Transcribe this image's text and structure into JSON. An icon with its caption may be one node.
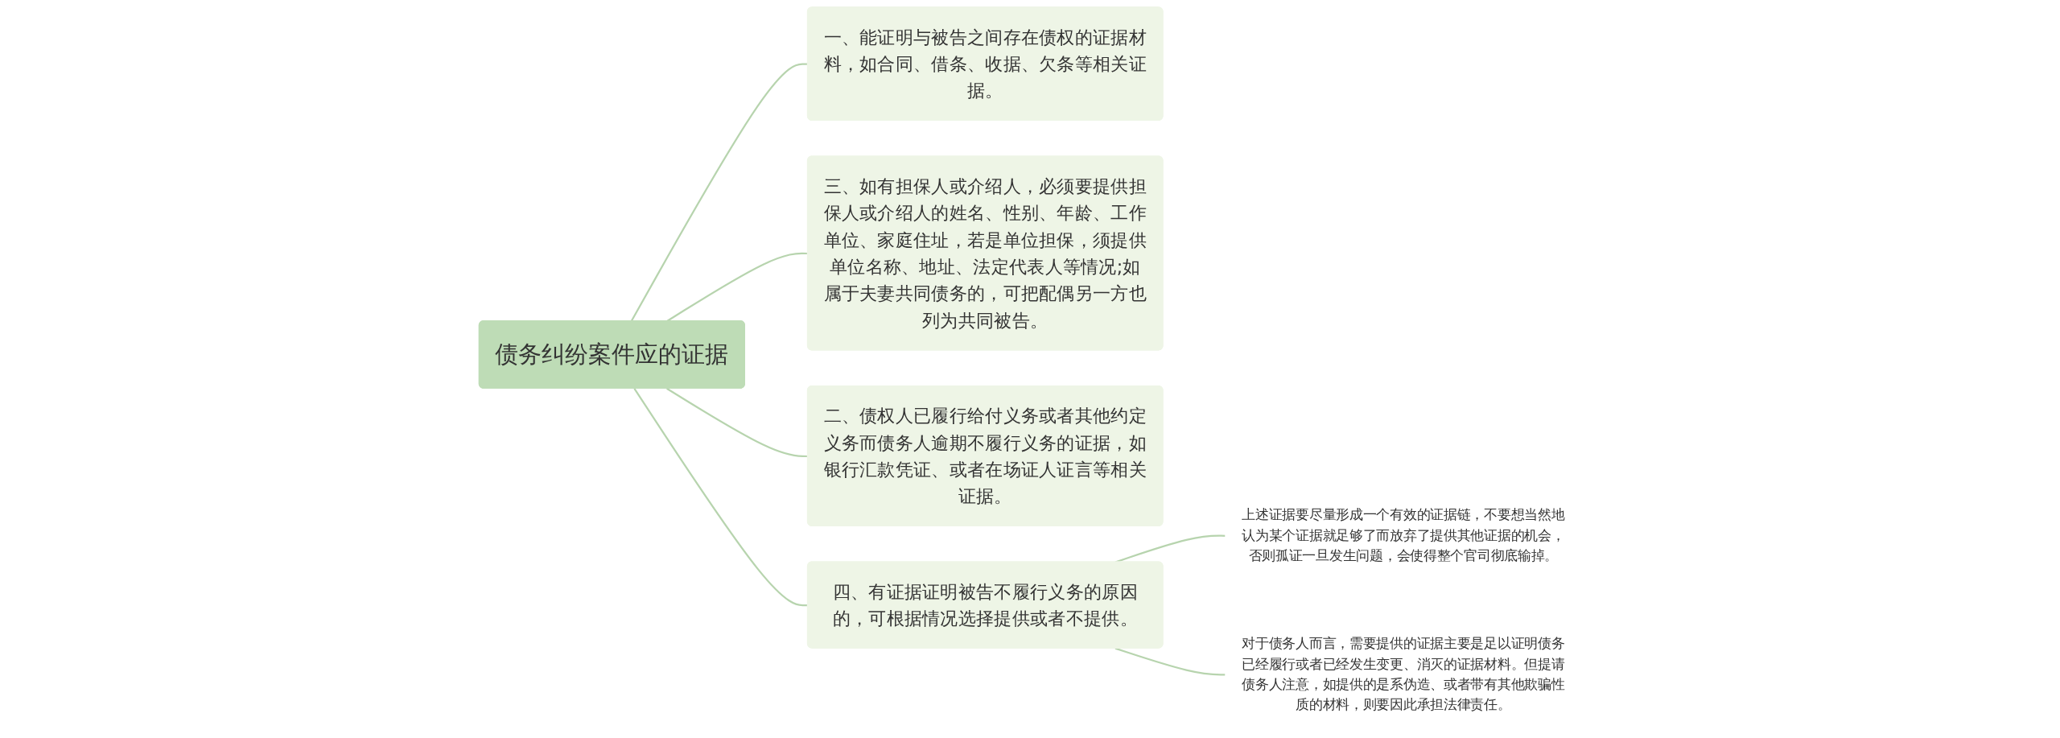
{
  "diagram": {
    "nodes": [
      {
        "text": [
          "债务纠纷案件应的证据"
        ]
      },
      {
        "text": [
          "一、能证明与被告之间存在债权的证据材料，如合同、借条、收据、欠条等相关证据。"
        ]
      },
      {
        "text": [
          "三、如有担保人或介绍人，必须要提供担保人或介绍人的姓名、性别、年龄、工作单位、家庭住址，若是单位担保，须提供单位名称、地址、法定代表人等情况;如属于夫妻共同债务的，可把配偶另一方也列为共同被告。"
        ]
      },
      {
        "text": [
          "二、债权人已履行给付义务或者其他约定义务而债务人逾期不履行义务的证据，如银行汇款凭证、或者在场证人证言等相关证据。"
        ]
      },
      {
        "text": [
          "四、有证据证明被告不履行义务的原因的，可根据情况选择提供或者不提供。"
        ]
      },
      {
        "text": [
          "上述证据要尽量形成一个有效的证据链，不要想当然地认为某个证据就足够了而放弃了提供其他证据的机会，否则孤证一旦发生问题，会使得整个官司彻底输掉。"
        ]
      },
      {
        "text": [
          "对于债务人而言，需要提供的证据主要是足以证明债务已经履行或者已经发生变更、消灭的证据材料。但提请债务人注意，如提供的是系伪造、或者带有其他欺骗性质的材料，则要因此承担法律责任。"
        ]
      }
    ],
    "edges": [
      {
        "from": 0,
        "to": 1,
        "arrow": "none"
      },
      {
        "from": 0,
        "to": 2,
        "arrow": "none"
      },
      {
        "from": 0,
        "to": 3,
        "arrow": "none"
      },
      {
        "from": 0,
        "to": 4,
        "arrow": "none"
      },
      {
        "from": 4,
        "to": 5,
        "arrow": "none"
      },
      {
        "from": 4,
        "to": 6,
        "arrow": "none"
      }
    ]
  }
}
